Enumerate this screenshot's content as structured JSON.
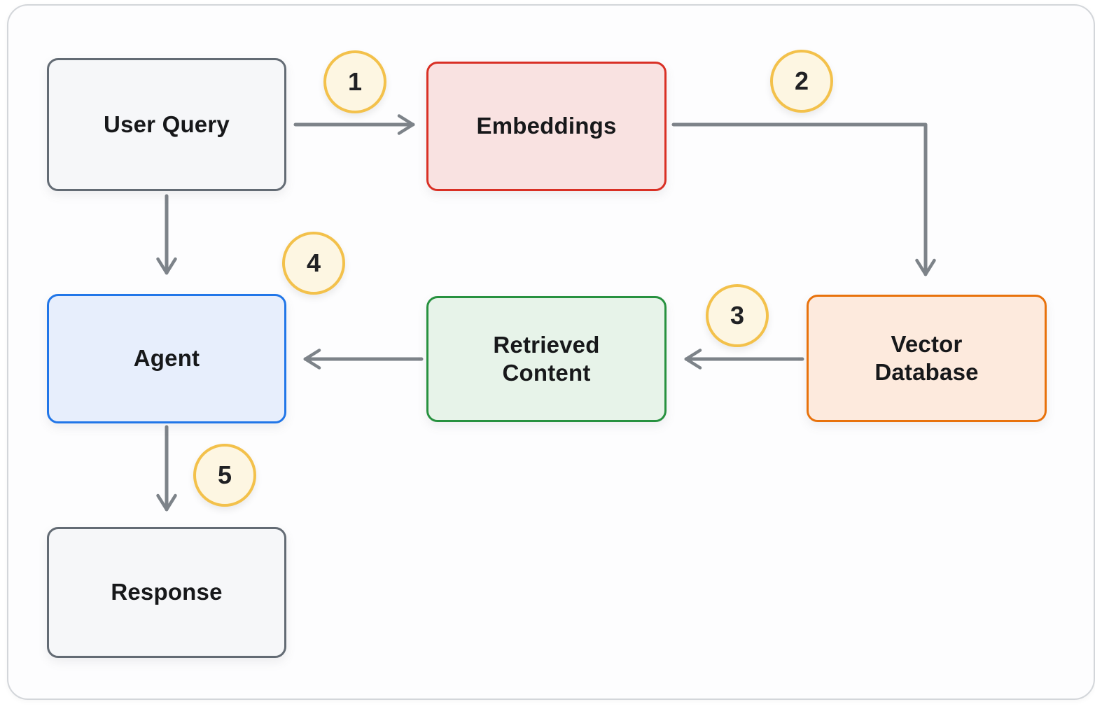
{
  "diagram": {
    "nodes": {
      "user_query": {
        "label": "User Query",
        "fill": "#f6f7f9",
        "border": "#636b74"
      },
      "embeddings": {
        "label": "Embeddings",
        "fill": "#f9e2e1",
        "border": "#d93025"
      },
      "vector_database": {
        "label": "Vector Database",
        "fill": "#fdeadd",
        "border": "#e8720c"
      },
      "retrieved_content": {
        "label": "Retrieved Content",
        "fill": "#e7f3e9",
        "border": "#27913f"
      },
      "agent": {
        "label": "Agent",
        "fill": "#e7eefc",
        "border": "#2176e8"
      },
      "response": {
        "label": "Response",
        "fill": "#f6f7f9",
        "border": "#636b74"
      }
    },
    "steps": [
      {
        "number": "1",
        "from": "User Query",
        "to": "Embeddings"
      },
      {
        "number": "2",
        "from": "Embeddings",
        "to": "Vector Database"
      },
      {
        "number": "3",
        "from": "Vector Database",
        "to": "Retrieved Content"
      },
      {
        "number": "4",
        "from": "Retrieved Content",
        "to": "Agent"
      },
      {
        "number": "5",
        "from": "Agent",
        "to": "Response"
      }
    ],
    "unnumbered_edges": [
      {
        "from": "User Query",
        "to": "Agent"
      }
    ],
    "badge": {
      "fill": "#fdf6e2",
      "border": "#f3c14b",
      "text_color": "#202124"
    },
    "arrow_color": "#7d8389"
  }
}
